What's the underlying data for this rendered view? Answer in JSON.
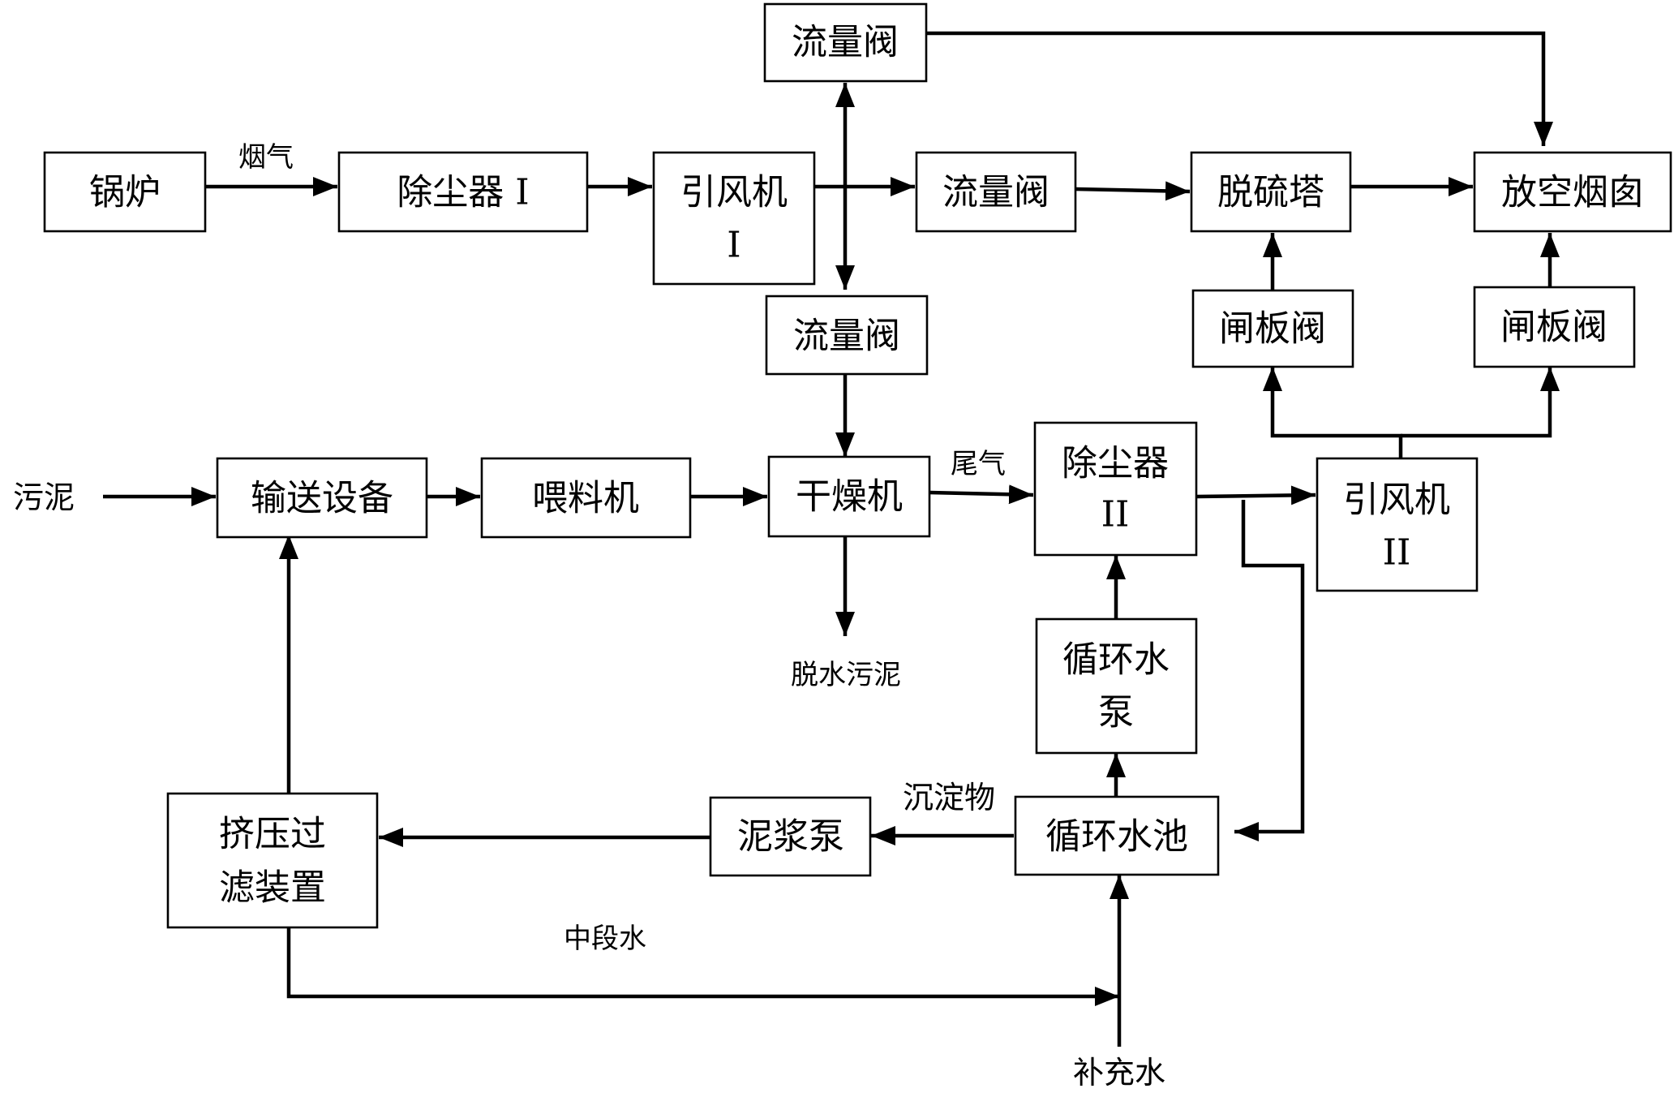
{
  "nodes": {
    "boiler": "锅炉",
    "dust_collector_1": "除尘器 I",
    "fan_1_line1": "引风机",
    "fan_1_line2": "I",
    "flow_valve_top": "流量阀",
    "flow_valve_mid": "流量阀",
    "flow_valve_low": "流量阀",
    "desulfurization_tower": "脱硫塔",
    "stack": "放空烟囱",
    "gate_valve_left": "闸板阀",
    "gate_valve_right": "闸板阀",
    "conveyor": "输送设备",
    "feeder": "喂料机",
    "dryer": "干燥机",
    "dust_collector_2_line1": "除尘器",
    "dust_collector_2_line2": "II",
    "fan_2_line1": "引风机",
    "fan_2_line2": "II",
    "pump_line1": "循环水",
    "pump_line2": "泵",
    "pool": "循环水池",
    "slurry_pump": "泥浆泵",
    "filter_line1": "挤压过",
    "filter_line2": "滤装置"
  },
  "labels": {
    "flue_gas": "烟气",
    "sludge_in": "污泥",
    "tail_gas": "尾气",
    "dewatered_sludge": "脱水污泥",
    "sediment": "沉淀物",
    "middle_water": "中段水",
    "makeup_water": "补充水"
  }
}
